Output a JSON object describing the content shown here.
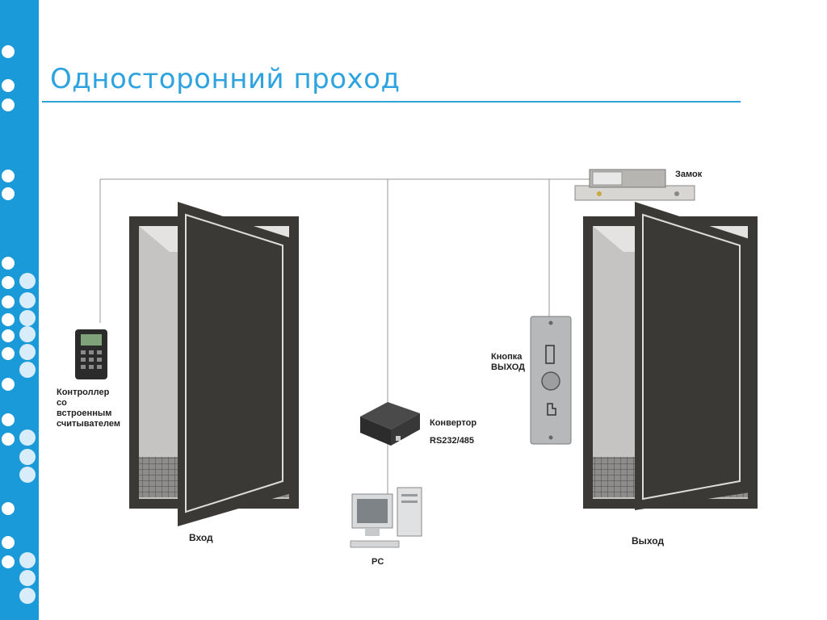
{
  "slide": {
    "title": "Односторонний проход"
  },
  "labels": {
    "controller": [
      "Контроллер",
      "со",
      "встроенным",
      "считывателем"
    ],
    "entry": "Вход",
    "converter_name": "Конвертор",
    "converter_proto": "RS232/485",
    "pc": "PC",
    "button": [
      "Кнопка",
      "ВЫХОД"
    ],
    "exit": "Выход",
    "lock": "Замок"
  },
  "colors": {
    "accent": "#1a9ad8",
    "title": "#2ea3df",
    "door_frame": "#3b3936"
  }
}
